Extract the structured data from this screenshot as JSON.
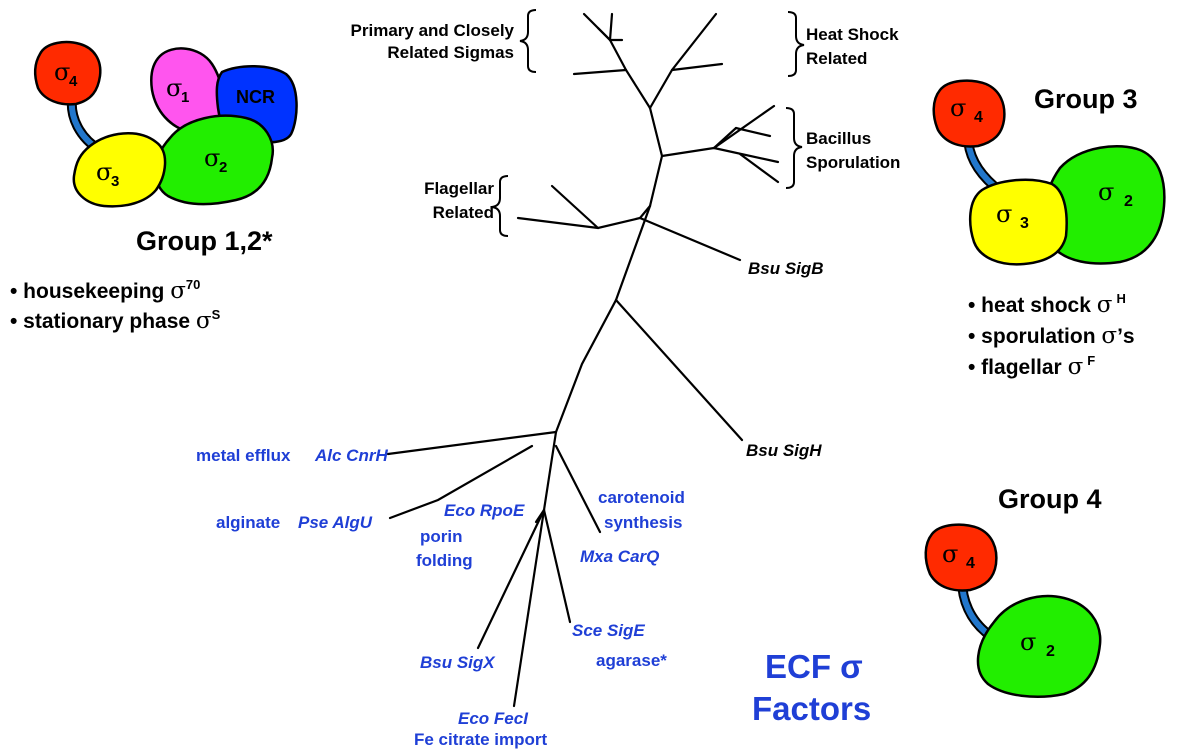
{
  "colors": {
    "sigma4": "#ff2a00",
    "sigma3": "#ffff00",
    "sigma2": "#22ee00",
    "sigma1": "#ff55ee",
    "ncr": "#0033ff",
    "linker": "#2277cc",
    "ecf_text": "#1f3fd6",
    "tree": "#000000"
  },
  "sigma_symbol": "σ",
  "group12": {
    "title": "Group 1,2*",
    "domains": {
      "s4": "4",
      "s1": "1",
      "s3": "3",
      "s2": "2",
      "ncr": "NCR"
    },
    "bullets": [
      {
        "text": "• housekeeping ",
        "sym": "σ",
        "sup": "70"
      },
      {
        "text": "• stationary phase ",
        "sym": "σ",
        "sup": "S"
      }
    ]
  },
  "group3": {
    "title": "Group 3",
    "domains": {
      "s4": "4",
      "s3": "3",
      "s2": "2"
    },
    "bullets": [
      {
        "text": "• heat shock ",
        "sym": "σ",
        "sup": "H"
      },
      {
        "text": "• sporulation ",
        "sym": "σ",
        "post": "’s"
      },
      {
        "text": "• flagellar ",
        "sym": "σ",
        "sup": "F"
      }
    ]
  },
  "group4": {
    "title": "Group 4",
    "domains": {
      "s4": "4",
      "s2": "2"
    }
  },
  "tree": {
    "clades": {
      "primary_line1": "Primary and Closely",
      "primary_line2": "Related Sigmas",
      "heat_line1": "Heat Shock",
      "heat_line2": "Related",
      "bacillus_line1": "Bacillus",
      "bacillus_line2": "Sporulation",
      "flagellar_line1": "Flagellar",
      "flagellar_line2": "Related"
    },
    "leaves": {
      "bsu_sigb": "Bsu SigB",
      "bsu_sigh": "Bsu SigH"
    }
  },
  "ecf": {
    "title_line1": "ECF σ",
    "title_line2": "Factors",
    "labels": {
      "metal_efflux": "metal efflux",
      "alc_cnrh": "Alc CnrH",
      "alginate": "alginate",
      "pse_algu": "Pse AlgU",
      "eco_rpoe": "Eco RpoE",
      "porin": "porin",
      "folding": "folding",
      "carotenoid": "carotenoid",
      "synthesis": "synthesis",
      "mxa_carq": "Mxa CarQ",
      "sce_sige": "Sce SigE",
      "agarase": "agarase*",
      "bsu_sigx": "Bsu SigX",
      "eco_feci": "Eco FecI",
      "fe_citrate": "Fe citrate import"
    }
  }
}
